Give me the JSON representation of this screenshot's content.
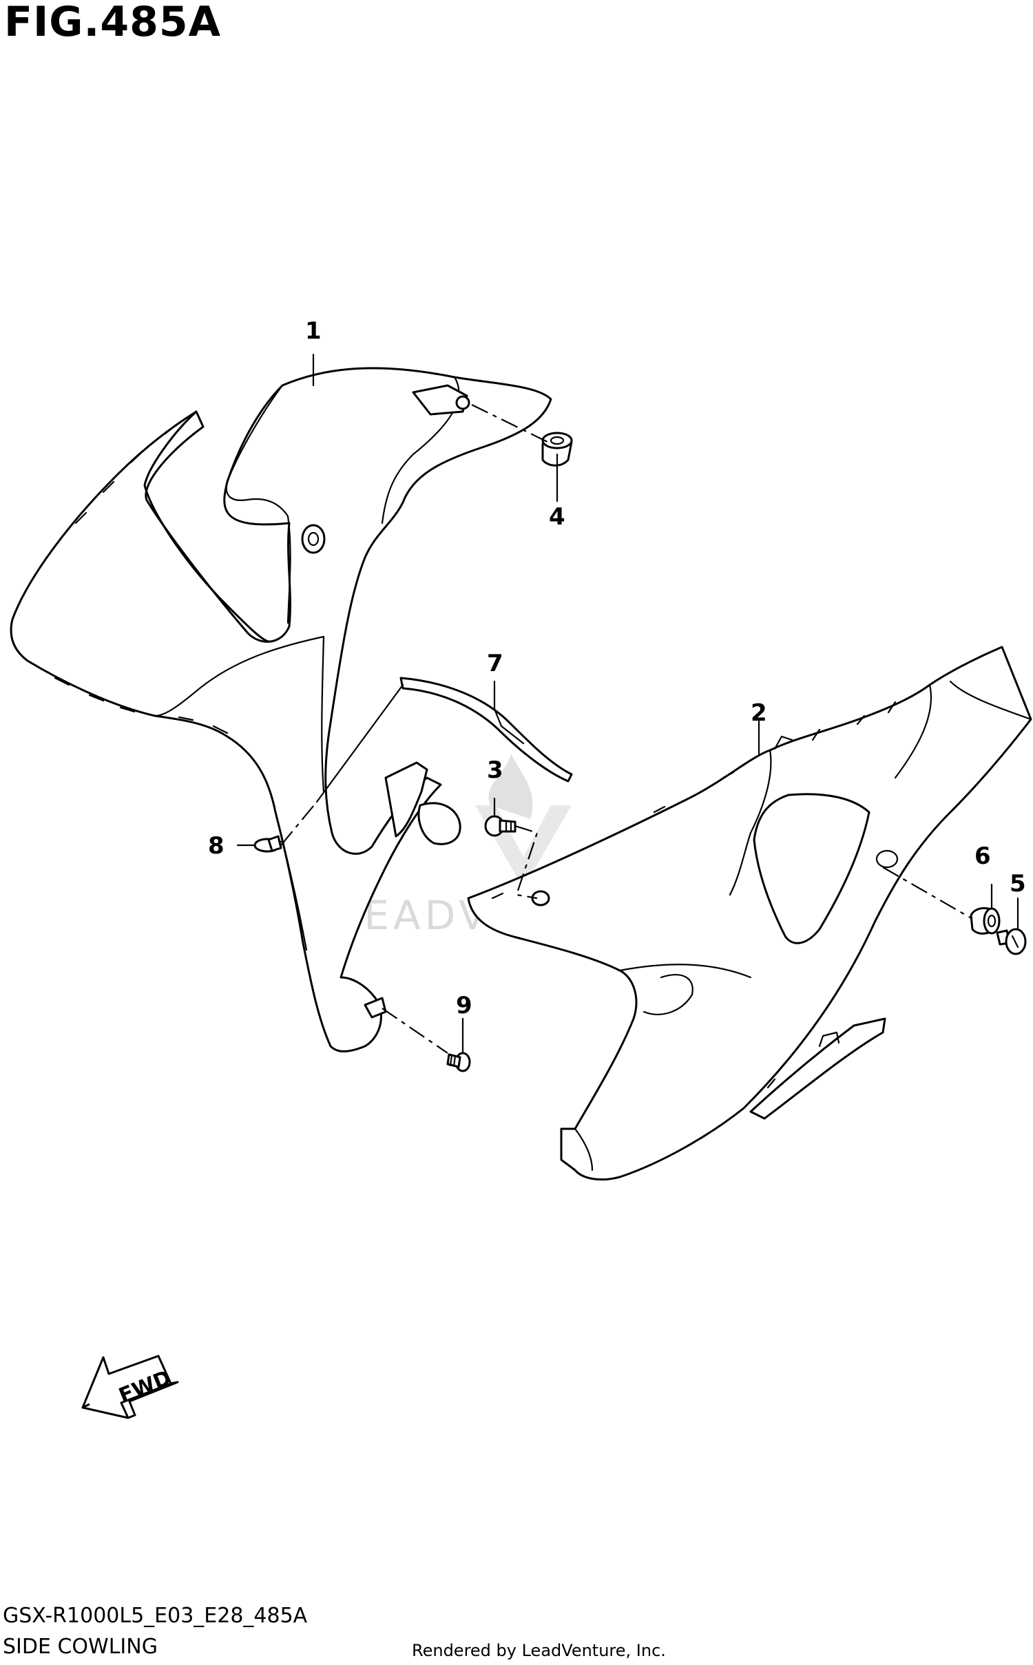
{
  "figure": {
    "title": "FIG.485A"
  },
  "callouts": [
    {
      "id": "1",
      "label": "1"
    },
    {
      "id": "2",
      "label": "2"
    },
    {
      "id": "3",
      "label": "3"
    },
    {
      "id": "4",
      "label": "4"
    },
    {
      "id": "5",
      "label": "5"
    },
    {
      "id": "6",
      "label": "6"
    },
    {
      "id": "7",
      "label": "7"
    },
    {
      "id": "8",
      "label": "8"
    },
    {
      "id": "9",
      "label": "9"
    }
  ],
  "direction_arrow": {
    "label": "FWD"
  },
  "watermark": {
    "text": "LEADVENTURE"
  },
  "footer": {
    "diagram_code": "GSX-R1000L5_E03_E28_485A",
    "caption": "SIDE COWLING",
    "credit": "Rendered by LeadVenture, Inc."
  }
}
